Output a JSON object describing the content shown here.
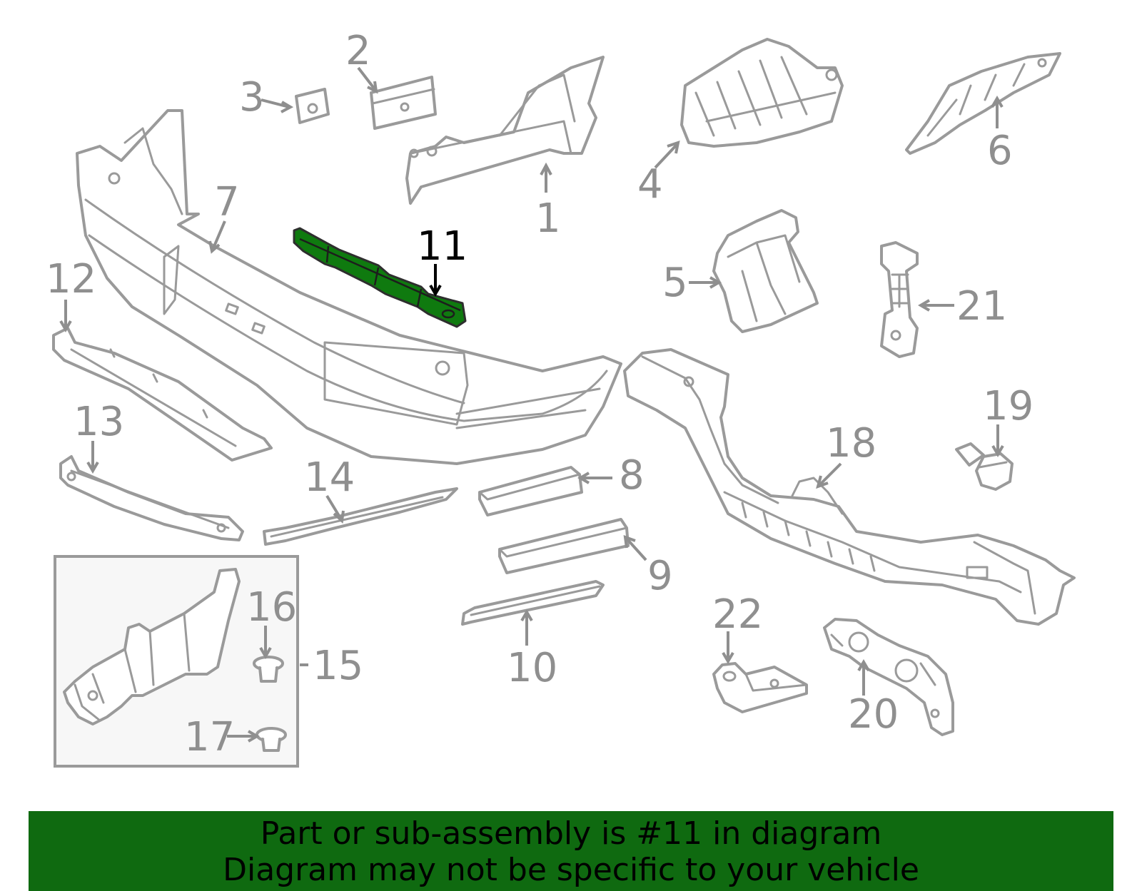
{
  "callouts": {
    "c1": "1",
    "c2": "2",
    "c3": "3",
    "c4": "4",
    "c5": "5",
    "c6": "6",
    "c7": "7",
    "c8": "8",
    "c9": "9",
    "c10": "10",
    "c11": "11",
    "c12": "12",
    "c13": "13",
    "c14": "14",
    "c15": "15",
    "c16": "16",
    "c17": "17",
    "c18": "18",
    "c19": "19",
    "c20": "20",
    "c21": "21",
    "c22": "22"
  },
  "highlighted_part": "11",
  "colors": {
    "highlight": "#0f7a0f",
    "banner": "#0f6a10",
    "line_art": "#9a9a9a"
  },
  "banner": {
    "line1": "Part or sub-assembly is #11 in diagram",
    "line2": "Diagram may not be specific to your vehicle"
  }
}
